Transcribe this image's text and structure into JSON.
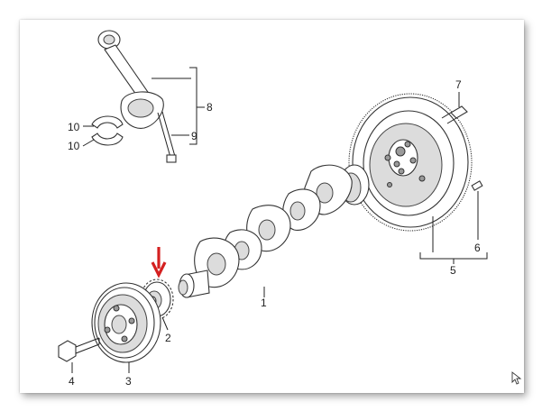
{
  "callouts": {
    "c1": "1",
    "c2": "2",
    "c3": "3",
    "c4": "4",
    "c5": "5",
    "c6": "6",
    "c7": "7",
    "c8": "8",
    "c9": "9",
    "c10a": "10",
    "c10b": "10"
  },
  "colors": {
    "arrow": "#d42020",
    "line": "#222222"
  },
  "icons": {
    "corner": "cursor-icon"
  }
}
